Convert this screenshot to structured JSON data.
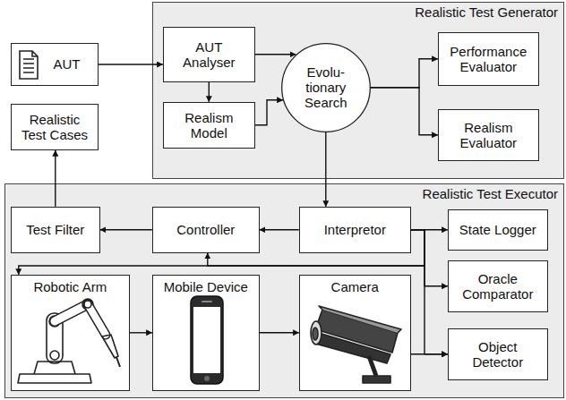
{
  "diagram": {
    "nodes": [
      {
        "text": [
          "Realistic Test Generator"
        ]
      },
      {
        "text": [
          "AUT"
        ]
      },
      {
        "text": [
          "AUT Analyser"
        ],
        "in": 0
      },
      {
        "text": [
          "Realism Model"
        ],
        "in": 0
      },
      {
        "text": [
          "Evolu- tionary Search"
        ],
        "in": 0
      },
      {
        "text": [
          "Performance Evaluator"
        ],
        "in": 0
      },
      {
        "text": [
          "Realism Evaluator"
        ],
        "in": 0
      },
      {
        "text": [
          "Realistic Test Cases"
        ]
      },
      {
        "text": [
          "Realistic Test Executor"
        ]
      },
      {
        "text": [
          "Test Filter"
        ],
        "in": 8
      },
      {
        "text": [
          "Controller"
        ],
        "in": 8
      },
      {
        "text": [
          "Interpretor"
        ],
        "in": 8
      },
      {
        "text": [
          "State Logger"
        ],
        "in": 8
      },
      {
        "text": [
          "Oracle Comparator"
        ],
        "in": 8
      },
      {
        "text": [
          "Object Detector"
        ],
        "in": 8
      },
      {
        "text": [
          "Robotic Arm"
        ],
        "in": 8
      },
      {
        "text": [
          "Mobile Device"
        ],
        "in": 8
      },
      {
        "text": [
          "Camera"
        ],
        "in": 8
      }
    ],
    "edges": [
      {
        "from": 1,
        "to": 2,
        "arrow": "to"
      },
      {
        "from": 2,
        "to": 3,
        "arrow": "to"
      },
      {
        "from": 2,
        "to": 4,
        "arrow": "to"
      },
      {
        "from": 3,
        "to": 4,
        "arrow": "to"
      },
      {
        "from": 4,
        "to": 5,
        "arrow": "to"
      },
      {
        "from": 4,
        "to": 6,
        "arrow": "to"
      },
      {
        "from": 4,
        "to": 11,
        "arrow": "to"
      },
      {
        "from": 11,
        "to": 10,
        "arrow": "to"
      },
      {
        "from": 10,
        "to": 9,
        "arrow": "to"
      },
      {
        "from": 9,
        "to": 7,
        "arrow": "to"
      },
      {
        "from": 11,
        "to": 12,
        "arrow": "to"
      },
      {
        "from": 11,
        "to": 13,
        "arrow": "to"
      },
      {
        "from": 11,
        "to": 14,
        "arrow": "to"
      },
      {
        "from": 11,
        "to": 15,
        "arrow": "to"
      },
      {
        "from": 11,
        "to": 10,
        "arrow": "to"
      },
      {
        "from": 15,
        "to": 16,
        "arrow": "to"
      },
      {
        "from": 16,
        "to": 17,
        "arrow": "to"
      },
      {
        "from": 17,
        "to": 14,
        "arrow": "to"
      }
    ]
  }
}
